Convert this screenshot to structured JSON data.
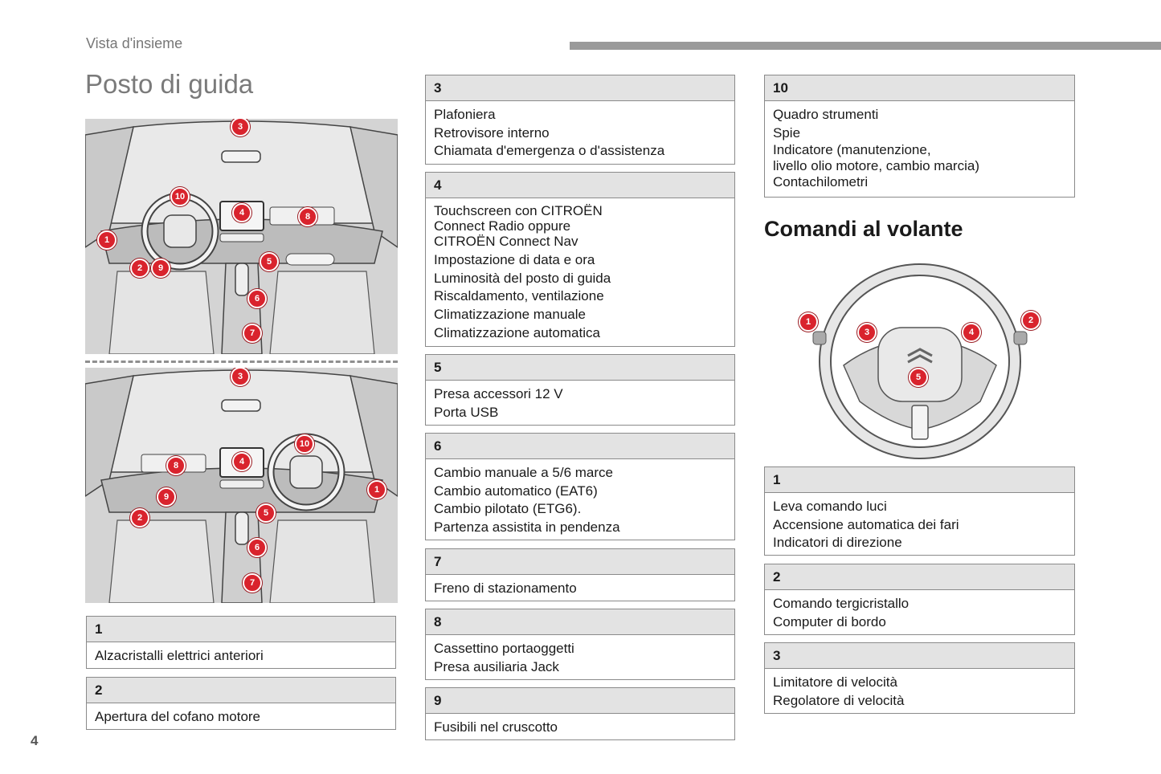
{
  "header": {
    "section": "Vista d'insieme",
    "title": "Posto di guida",
    "page_number": "4"
  },
  "steering": {
    "title": "Comandi al volante"
  },
  "callouts": {
    "lhd": [
      "3",
      "10",
      "4",
      "8",
      "1",
      "2",
      "9",
      "5",
      "6",
      "7"
    ],
    "rhd": [
      "3",
      "10",
      "4",
      "8",
      "9",
      "1",
      "2",
      "5",
      "6",
      "7"
    ],
    "wheel": [
      "1",
      "2",
      "3",
      "4",
      "5"
    ]
  },
  "boxes_left": [
    {
      "num": "1",
      "lines": [
        "Alzacristalli elettrici anteriori"
      ]
    },
    {
      "num": "2",
      "lines": [
        "Apertura del cofano motore"
      ]
    }
  ],
  "boxes_mid": [
    {
      "num": "3",
      "lines": [
        "Plafoniera",
        "Retrovisore interno",
        "Chiamata d'emergenza o d'assistenza"
      ]
    },
    {
      "num": "4",
      "lines": [
        "Touchscreen con CITROËN",
        "Connect Radio oppure",
        "CITROËN Connect Nav",
        "Impostazione di data e ora",
        "Luminosità del posto di guida",
        "Riscaldamento, ventilazione",
        "Climatizzazione manuale",
        "Climatizzazione automatica"
      ]
    },
    {
      "num": "5",
      "lines": [
        "Presa accessori 12 V",
        "Porta USB"
      ]
    },
    {
      "num": "6",
      "lines": [
        "Cambio manuale a 5/6 marce",
        "Cambio automatico (EAT6)",
        "Cambio pilotato (ETG6).",
        "Partenza assistita in pendenza"
      ]
    },
    {
      "num": "7",
      "lines": [
        "Freno di stazionamento"
      ]
    },
    {
      "num": "8",
      "lines": [
        "Cassettino portaoggetti",
        "Presa ausiliaria Jack"
      ]
    },
    {
      "num": "9",
      "lines": [
        "Fusibili nel cruscotto"
      ]
    }
  ],
  "boxes_right": [
    {
      "num": "10",
      "lines": [
        "Quadro strumenti",
        "Spie",
        "Indicatore (manutenzione,",
        "livello olio motore, cambio marcia)",
        "Contachilometri"
      ]
    }
  ],
  "boxes_wheel": [
    {
      "num": "1",
      "lines": [
        "Leva comando luci",
        "Accensione automatica dei fari",
        "Indicatori di direzione"
      ]
    },
    {
      "num": "2",
      "lines": [
        "Comando tergicristallo",
        "Computer di bordo"
      ]
    },
    {
      "num": "3",
      "lines": [
        "Limitatore di velocità",
        "Regolatore di velocità"
      ]
    }
  ]
}
